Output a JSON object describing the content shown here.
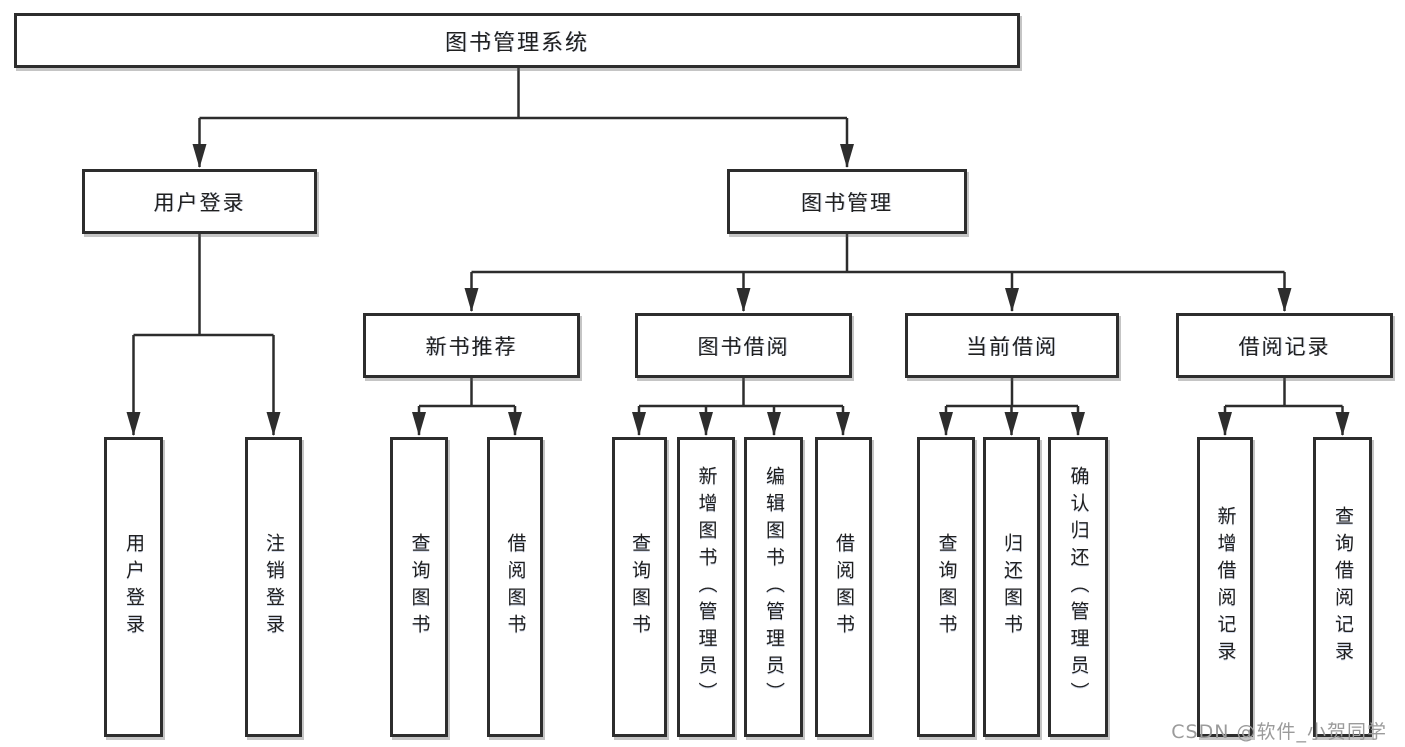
{
  "tree": {
    "label": "图书管理系统",
    "children": [
      {
        "label": "用户登录",
        "children": [
          {
            "label": "用户登录"
          },
          {
            "label": "注销登录"
          }
        ]
      },
      {
        "label": "图书管理",
        "children": [
          {
            "label": "新书推荐",
            "children": [
              {
                "label": "查询图书"
              },
              {
                "label": "借阅图书"
              }
            ]
          },
          {
            "label": "图书借阅",
            "children": [
              {
                "label": "查询图书"
              },
              {
                "label": "新增图书（管理员）"
              },
              {
                "label": "编辑图书（管理员）"
              },
              {
                "label": "借阅图书"
              }
            ]
          },
          {
            "label": "当前借阅",
            "children": [
              {
                "label": "查询图书"
              },
              {
                "label": "归还图书"
              },
              {
                "label": "确认归还（管理员）"
              }
            ]
          },
          {
            "label": "借阅记录",
            "children": [
              {
                "label": "新增借阅记录"
              },
              {
                "label": "查询借阅记录"
              }
            ]
          }
        ]
      }
    ]
  },
  "watermark": {
    "text": "CSDN @软件_小贺同学"
  },
  "colors": {
    "line": "#2d2d2d",
    "box_border": "#2d2d2d",
    "text": "#1f1f1f",
    "watermark": "#9b9b9b",
    "background": "#ffffff"
  }
}
